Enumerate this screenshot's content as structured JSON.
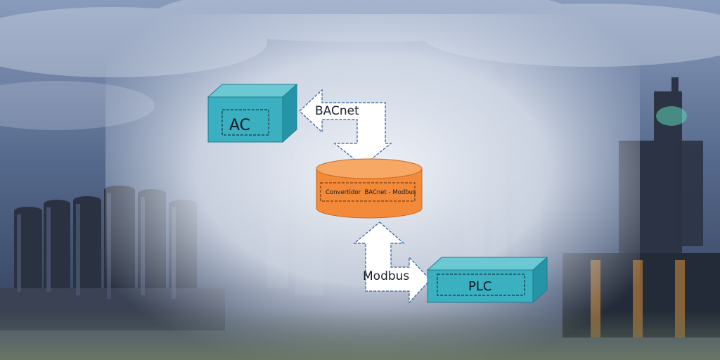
{
  "diagram": {
    "nodes": {
      "ac": {
        "label": "AC"
      },
      "converter": {
        "label": "Convertidor  BACnet - Modbus"
      },
      "plc": {
        "label": "PLC"
      }
    },
    "edges": {
      "bacnet": {
        "label": "BACnet"
      },
      "modbus": {
        "label": "Modbus"
      }
    }
  },
  "colors": {
    "box_front": "#3ab0c0",
    "box_top": "#6cc9d4",
    "box_side": "#2594a6",
    "cylinder_body": "#f28a3a",
    "cylinder_top": "#f6a864",
    "arrow_fill": "#ffffff",
    "arrow_stroke": "#2a5fa8",
    "sky": "#5d6f8f",
    "haze": "#e8ecf3"
  }
}
